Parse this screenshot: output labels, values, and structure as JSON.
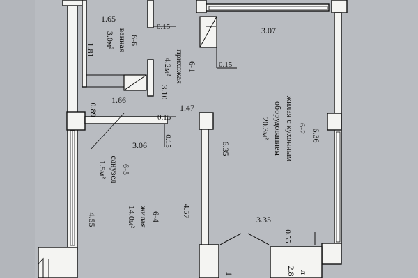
{
  "rooms": [
    {
      "id": "6-6",
      "name": "ванная",
      "area": "3.0м²"
    },
    {
      "id": "6-1",
      "name": "прихожая",
      "area": "4.2м²"
    },
    {
      "id": "6-2",
      "name": "жилая с кухонным оборудованием",
      "name_line1": "жилая с кухонным",
      "name_line2": "оборудованием",
      "area": "20.3м²"
    },
    {
      "id": "6-5",
      "name": "санузел",
      "area": "1.5м²"
    },
    {
      "id": "6-4",
      "name": "жилая",
      "area": "14.0м²"
    }
  ],
  "dimensions": {
    "d_1_65": "1.65",
    "d_0_15_a": "0.15",
    "d_1_81": "1.81",
    "d_3_10": "3.10",
    "d_0_15_b": "0.15",
    "d_3_07": "3.07",
    "d_1_66": "1.66",
    "d_0_15_c": "0.15",
    "d_1_47": "1.47",
    "d_0_89": "0.89",
    "d_3_06": "3.06",
    "d_0_15_d": "0.15",
    "d_6_35": "6.35",
    "d_6_36": "6.36",
    "d_4_55": "4.55",
    "d_4_57": "4.57",
    "d_3_35": "3.35",
    "d_0_55": "0.55"
  },
  "clipped": {
    "right_a": "л",
    "right_b": "2.8",
    "bottom_1": "1"
  }
}
